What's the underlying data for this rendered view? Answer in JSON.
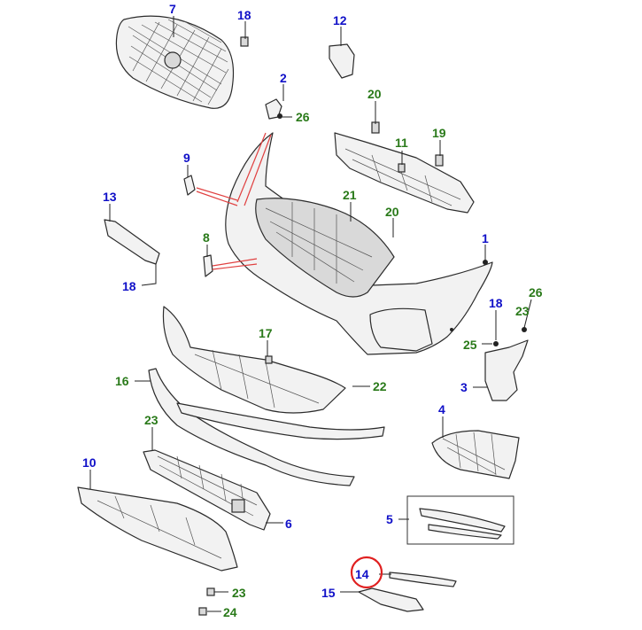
{
  "diagram": {
    "accent_blue": "#1010c8",
    "accent_green": "#2a7a1a",
    "highlight_color": "#e02020",
    "highlighted_callout": "14",
    "callouts": [
      {
        "id": "c7",
        "label": "7",
        "color": "blue"
      },
      {
        "id": "c18a",
        "label": "18",
        "color": "blue"
      },
      {
        "id": "c12",
        "label": "12",
        "color": "blue"
      },
      {
        "id": "c2",
        "label": "2",
        "color": "blue"
      },
      {
        "id": "c26a",
        "label": "26",
        "color": "green"
      },
      {
        "id": "c20a",
        "label": "20",
        "color": "green"
      },
      {
        "id": "c11",
        "label": "11",
        "color": "green"
      },
      {
        "id": "c19",
        "label": "19",
        "color": "green"
      },
      {
        "id": "c9",
        "label": "9",
        "color": "blue"
      },
      {
        "id": "c13",
        "label": "13",
        "color": "blue"
      },
      {
        "id": "c21",
        "label": "21",
        "color": "green"
      },
      {
        "id": "c20b",
        "label": "20",
        "color": "green"
      },
      {
        "id": "c8",
        "label": "8",
        "color": "green"
      },
      {
        "id": "c1",
        "label": "1",
        "color": "blue"
      },
      {
        "id": "c18b",
        "label": "18",
        "color": "blue"
      },
      {
        "id": "c18c",
        "label": "18",
        "color": "blue"
      },
      {
        "id": "c26b",
        "label": "26",
        "color": "green"
      },
      {
        "id": "c23a",
        "label": "23",
        "color": "green"
      },
      {
        "id": "c25",
        "label": "25",
        "color": "green"
      },
      {
        "id": "c17",
        "label": "17",
        "color": "green"
      },
      {
        "id": "c3",
        "label": "3",
        "color": "blue"
      },
      {
        "id": "c16",
        "label": "16",
        "color": "green"
      },
      {
        "id": "c22",
        "label": "22",
        "color": "green"
      },
      {
        "id": "c4",
        "label": "4",
        "color": "blue"
      },
      {
        "id": "c23b",
        "label": "23",
        "color": "green"
      },
      {
        "id": "c10",
        "label": "10",
        "color": "blue"
      },
      {
        "id": "c6",
        "label": "6",
        "color": "blue"
      },
      {
        "id": "c5",
        "label": "5",
        "color": "blue"
      },
      {
        "id": "c14",
        "label": "14",
        "color": "blue"
      },
      {
        "id": "c15",
        "label": "15",
        "color": "blue"
      },
      {
        "id": "c23c",
        "label": "23",
        "color": "green"
      },
      {
        "id": "c24",
        "label": "24",
        "color": "green"
      }
    ]
  }
}
